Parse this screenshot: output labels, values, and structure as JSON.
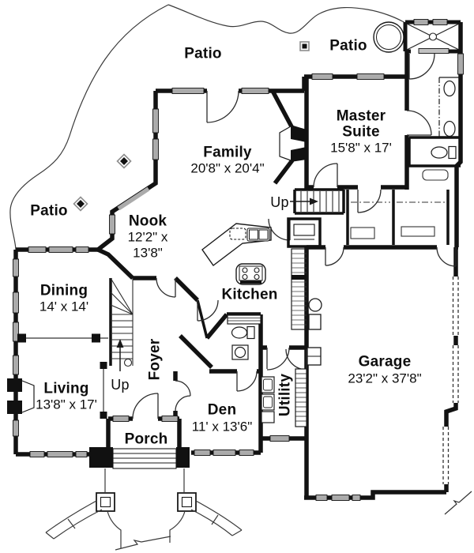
{
  "title": "House first-floor plan",
  "outdoor": {
    "patio_top": "Patio",
    "patio_right": "Patio",
    "patio_left": "Patio"
  },
  "rooms": {
    "family": {
      "name": "Family",
      "dims": "20'8\" x 20'4\""
    },
    "master": {
      "line1": "Master",
      "line2": "Suite",
      "dims": "15'8\" x 17'"
    },
    "nook": {
      "name": "Nook",
      "dims1": "12'2\" x",
      "dims2": "13'8\""
    },
    "dining": {
      "name": "Dining",
      "dims": "14' x 14'"
    },
    "kitchen": {
      "name": "Kitchen"
    },
    "living": {
      "name": "Living",
      "dims": "13'8\" x 17'"
    },
    "foyer": {
      "name": "Foyer"
    },
    "den": {
      "name": "Den",
      "dims": "11' x 13'6\""
    },
    "porch": {
      "name": "Porch"
    },
    "utility": {
      "name": "Utility"
    },
    "garage": {
      "name": "Garage",
      "dims": "23'2\" x 37'8\""
    }
  },
  "stairs": {
    "up_foyer": "Up",
    "up_kitchen": "Up"
  },
  "icons": [
    "diamond-marker",
    "square-marker",
    "spa-circle",
    "stair-arrow"
  ],
  "colors": {
    "wall": "#121212",
    "window": "#ababab",
    "background": "#ffffff"
  }
}
